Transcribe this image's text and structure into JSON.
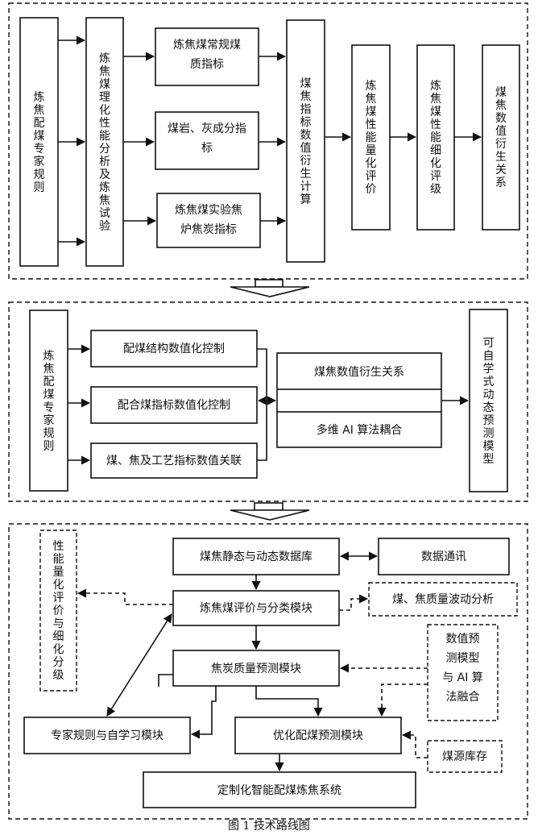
{
  "sections": {
    "top": {
      "rules": "炼焦配煤专家规则",
      "tests": "炼焦煤理化性能分析及炼焦试验",
      "ind1": [
        "炼焦煤常规煤",
        "质指标"
      ],
      "ind2": [
        "煤岩、灰成分指",
        "标"
      ],
      "ind3": [
        "炼焦煤实验焦",
        "炉焦炭指标"
      ],
      "calc": "煤焦指标数值衍生计算",
      "quant": "炼焦煤性能量化评价",
      "grade": "炼焦煤性能细化评级",
      "derive": "煤焦数值衍生关系"
    },
    "middle": {
      "rules": "炼焦配煤专家规则",
      "c1": "配煤结构数值化控制",
      "c2": "配合煤指标数值化控制",
      "c3": "煤、焦及工艺指标数值关联",
      "d1": "煤焦数值衍生关系",
      "d2": "多维 AI 算法耦合",
      "model": "可自学式动态预测模型"
    },
    "bottom": {
      "quant_grade": "性能量化评价与细化分级",
      "db": "煤焦静态与动态数据库",
      "comm": "数据通讯",
      "eval": "炼焦煤评价与分类模块",
      "fluct": "煤、焦质量波动分析",
      "coke_pred": "焦炭质量预测模块",
      "fusion": [
        "数值预",
        "测模型",
        "与 AI 算",
        "法融合"
      ],
      "expert": "专家规则与自学习模块",
      "opt": "优化配煤预测模块",
      "stock": "煤源库存",
      "system": "定制化智能配煤炼焦系统"
    }
  },
  "caption": "图 1  技术路线图"
}
